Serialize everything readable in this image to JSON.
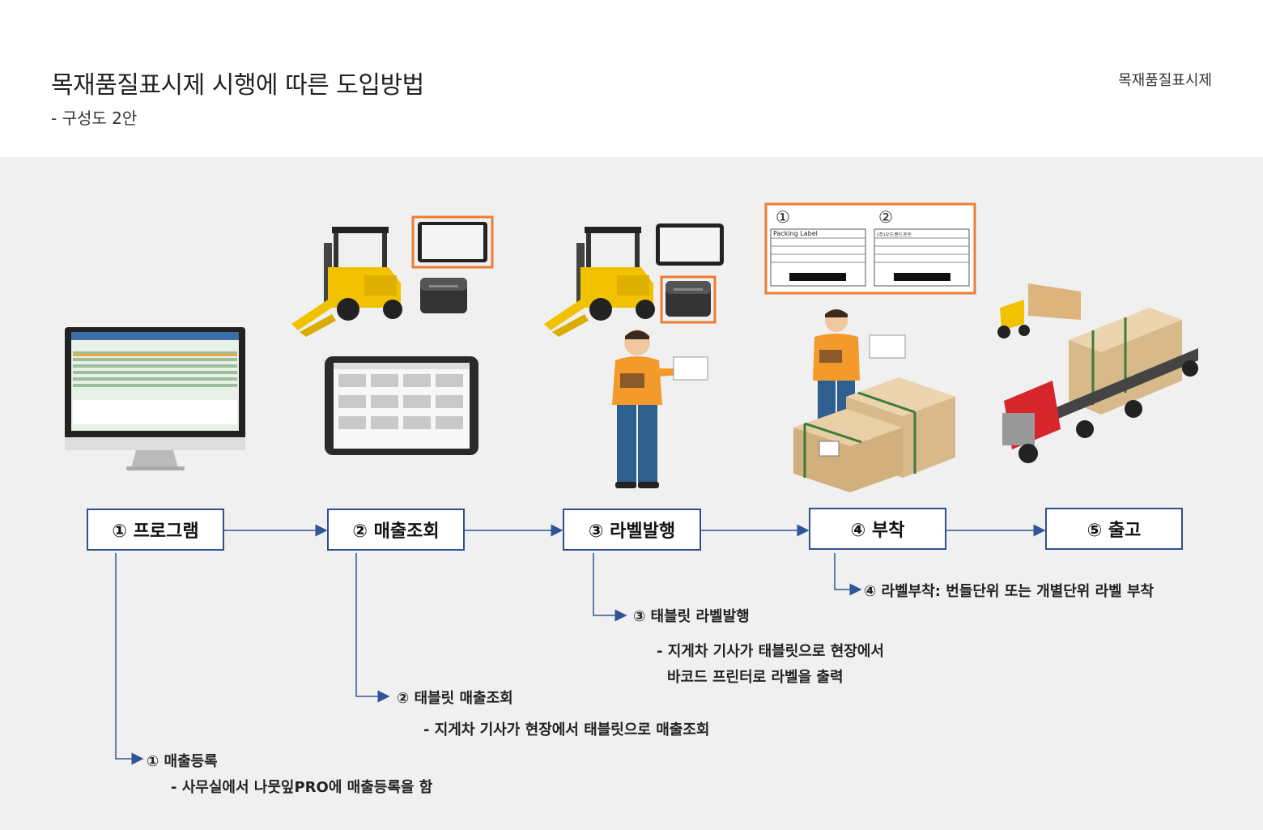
{
  "header": {
    "title": "목재품질표시제 시행에  따른 도입방법",
    "subtitle": "- 구성도 2안",
    "brand": "목재품질표시제"
  },
  "steps": [
    {
      "label": "① 프로그램"
    },
    {
      "label": "② 매출조회"
    },
    {
      "label": "③ 라벨발행"
    },
    {
      "label": "④ 부착"
    },
    {
      "label": "⑤ 출고"
    }
  ],
  "notes": {
    "n1_title": "① 매출등록",
    "n1_desc": "- 사무실에서 나뭇잎PRO에 매출등록을 함",
    "n2_title": "② 태블릿 매출조회",
    "n2_desc": "- 지게차 기사가 현장에서 태블릿으로 매출조회",
    "n3_title": "③ 태블릿 라벨발행",
    "n3_desc1": "- 지게차 기사가 태블릿으로 현장에서",
    "n3_desc2": "바코드 프린터로 라벨을 출력",
    "n4_title": "④ 라벨부착: 번들단위 또는 개별단위 라벨 부착"
  },
  "labels": {
    "num1": "①",
    "num2": "②",
    "card1_title": "Packing Label",
    "card2_title": "(주)우드랜드프트"
  },
  "colors": {
    "box_border": "#2f4f8f",
    "arrow": "#2f5597",
    "highlight": "#ed7d31",
    "forklift": "#f2c200",
    "background": "#f0f0f0"
  }
}
